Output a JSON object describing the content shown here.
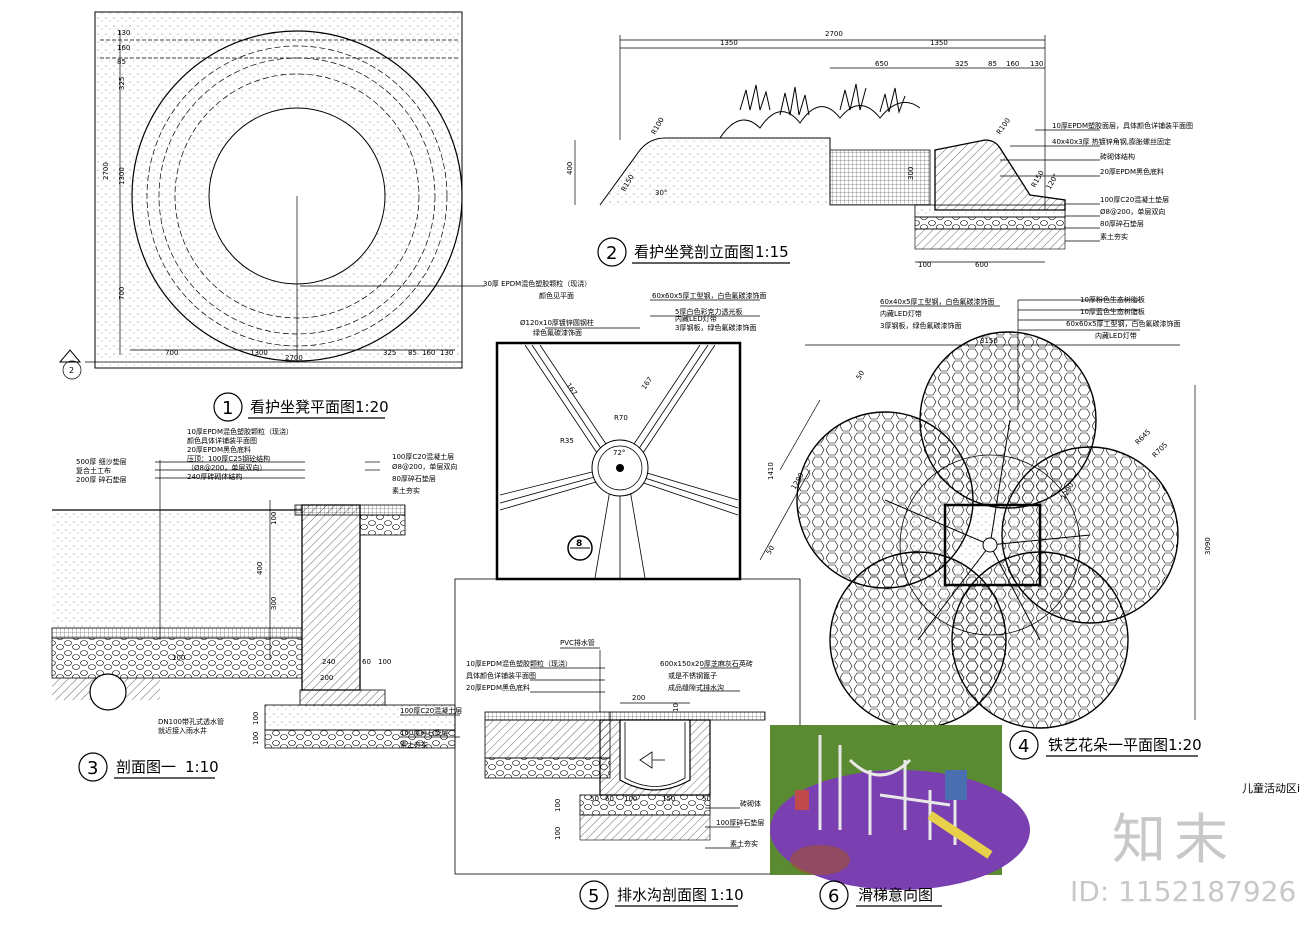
{
  "plan": {
    "title": "看护坐凳平面图",
    "scale": "1:20",
    "number": "1",
    "dims_bottom": [
      "700",
      "1300",
      "325",
      "85",
      "160",
      "130"
    ],
    "dims_bottom_total": "2700",
    "dims_left": [
      "2700",
      "1300",
      "700",
      "325"
    ],
    "dims_top_small": [
      "130",
      "160",
      "85"
    ],
    "note": "30厚 EPDM混色塑胶颗粒（现浇）",
    "note2": "颜色见平面",
    "ref_mark": "2"
  },
  "section2": {
    "title": "看护坐凳剖立面图",
    "scale": "1:15",
    "number": "2",
    "dims_top_total": "2700",
    "dims_top": [
      "1350",
      "1350"
    ],
    "dims_top_right": [
      "650",
      "325",
      "85",
      "160",
      "130"
    ],
    "dims_bottom": [
      "100",
      "600"
    ],
    "height": "400",
    "height_r": "300",
    "radii": [
      "R100",
      "R150",
      "R100",
      "R150"
    ],
    "angles": [
      "30°",
      "120°"
    ],
    "notes": [
      "10厚EPDM塑胶面层，具体颜色详铺装平面图",
      "40x40x3厚 热镀锌角钢,膨胀螺丝固定",
      "砖砌体结构",
      "20厚EPDM黑色底料",
      "100厚C20混凝土垫层",
      "Ø8@200，单层双向",
      "80厚碎石垫层",
      "素土夯实"
    ]
  },
  "section3": {
    "title": "剖面图一",
    "scale": "1:10",
    "number": "3",
    "notes_top": [
      "10厚EPDM混色塑胶颗粒（现浇）",
      "颜色具体详铺装平面图",
      "20厚EPDM黑色底料",
      "压顶：100厚C25钢砼结构",
      "（Ø8@200，单层双向）",
      "240厚砖砌体结构"
    ],
    "notes_left": [
      "500厚 细沙垫层",
      "复合土工布",
      "200厚 碎石垫层"
    ],
    "notes_right": [
      "100厚C20混凝土层",
      "Ø8@200，单层双向",
      "80厚碎石垫层",
      "素土夯实"
    ],
    "notes_bottom": [
      "DN100带孔式透水管",
      "就近接入雨水井"
    ],
    "notes_base": [
      "100厚C20混凝土层",
      "100厚碎石垫层",
      "素土夯实"
    ],
    "dims": [
      "100",
      "400",
      "300",
      "240",
      "60",
      "100",
      "200",
      "100",
      "100",
      "100"
    ]
  },
  "detail8": {
    "ref_mark": "8",
    "notes": [
      "Ø120x10厚镀锌圆钢柱",
      "绿色氟碳漆饰面",
      "60x60x5厚工型钢，白色氟碳漆饰面",
      "5厚白色彩克力透光板",
      "内藏LED灯带",
      "3厚钢板，绿色氟碳漆饰面"
    ],
    "dims": [
      "167",
      "167",
      "R70",
      "R35",
      "72°"
    ]
  },
  "drain": {
    "title": "排水沟剖面图",
    "scale": "1:10",
    "number": "5",
    "notes": [
      "PVC排水管",
      "10厚EPDM混色塑胶颗粒（现浇）",
      "具体颜色详铺装平面图",
      "20厚EPDM黑色底料",
      "600x150x20厚芝麻灰石英砖",
      "或是不锈钢篦子",
      "成品缝隙式排水沟",
      "砖砌体",
      "100厚碎石垫层",
      "素土夯实"
    ],
    "dims": [
      "200",
      "10",
      "50",
      "60",
      "100",
      "150",
      "50",
      "100",
      "100"
    ]
  },
  "flower": {
    "title": "铁艺花朵一平面图",
    "scale": "1:20",
    "number": "4",
    "notes": [
      "60x40x5厚工型钢，白色氟碳漆饰面",
      "内藏LED灯带",
      "3厚钢板，绿色氟碳漆饰面",
      "10厚粉色生态树脂板",
      "10厚蓝色生态树脂板",
      "60x60x5厚工型钢，白色氟碳漆饰面",
      "内藏LED灯带"
    ],
    "dims": [
      "3150",
      "3090",
      "1410",
      "1290",
      "R645",
      "R705",
      "1290",
      "50",
      "50"
    ]
  },
  "slide": {
    "title": "滑梯意向图",
    "number": "6"
  },
  "side_label": "儿童活动区i",
  "brand": "知末",
  "id_text": "ID: 1152187926",
  "colors": {
    "line": "#000000",
    "purple": "#7a3fb0",
    "grass": "#5a8a32",
    "watermark": "#c8c8c8"
  }
}
